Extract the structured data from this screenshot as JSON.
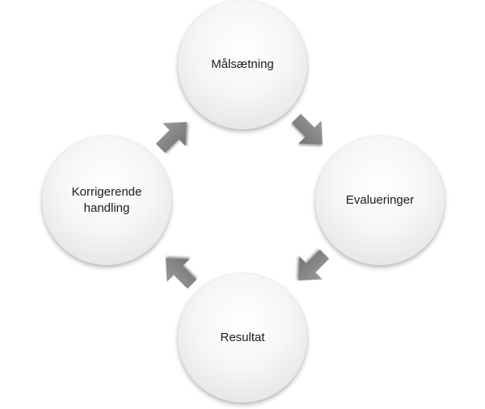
{
  "diagram": {
    "nodes": {
      "top": "Målsætning",
      "right": "Evalueringer",
      "bottom": "Resultat",
      "left": "Korrigerende\nhandling"
    },
    "arrow_color": "#808080",
    "node_fill": "#f2f2f2"
  }
}
